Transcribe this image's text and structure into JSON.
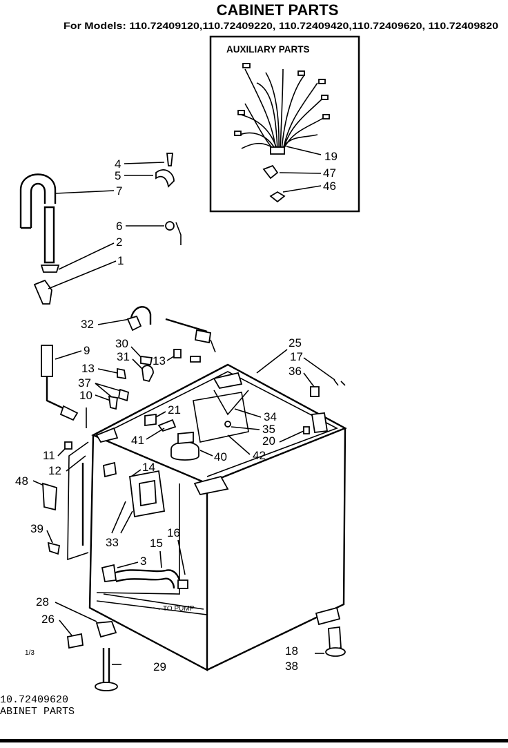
{
  "header": {
    "title": "CABINET PARTS",
    "models": "For Models: 110.72409120,110.72409220, 110.72409420,110.72409620, 110.72409820"
  },
  "aux_box": {
    "title": "AUXILIARY PARTS"
  },
  "callouts": {
    "c1": "1",
    "c2": "2",
    "c3": "3",
    "c4": "4",
    "c5": "5",
    "c6": "6",
    "c7": "7",
    "c9": "9",
    "c10": "10",
    "c11": "11",
    "c12": "12",
    "c13a": "13",
    "c13b": "13",
    "c14": "14",
    "c15": "15",
    "c16": "16",
    "c17": "17",
    "c18": "18",
    "c19": "19",
    "c20": "20",
    "c21": "21",
    "c25": "25",
    "c26": "26",
    "c28": "28",
    "c29": "29",
    "c30": "30",
    "c31": "31",
    "c32": "32",
    "c33": "33",
    "c34": "34",
    "c35": "35",
    "c36": "36",
    "c37": "37",
    "c38": "38",
    "c39": "39",
    "c40": "40",
    "c41": "41",
    "c42": "42",
    "c46": "46",
    "c47": "47",
    "c48": "48"
  },
  "annotations": {
    "to_pump": "TO PUMP",
    "page_mark": "1/3"
  },
  "footer": {
    "line1": "10.72409620",
    "line2": "ABINET PARTS"
  },
  "icons": [
    "hose-icon",
    "wire-harness-icon",
    "cabinet-icon",
    "leveling-leg-icon"
  ]
}
